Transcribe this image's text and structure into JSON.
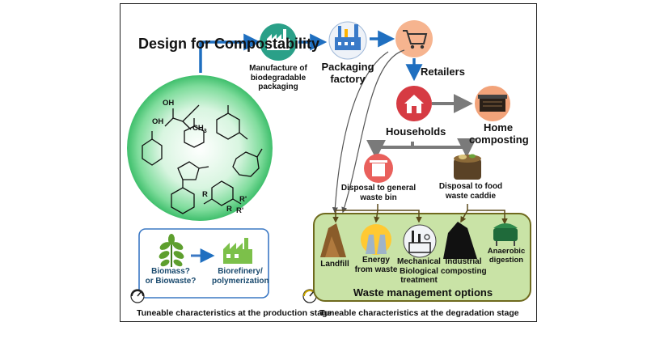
{
  "title": "Design for Compostability",
  "nodes": {
    "manufacture": "Manufacture of\nbiodegradable\npackaging",
    "packaging_factory": "Packaging\nfactory",
    "retailers": "Retailers",
    "households": "Households",
    "home_composting": "Home\ncomposting",
    "general_bin": "Disposal to general\nwaste bin",
    "food_caddie": "Disposal to food\nwaste caddie",
    "biomass": "Biomass?\nor Biowaste?",
    "biorefinery": "Biorefinery/\npolymerization"
  },
  "molecule_labels": {
    "oh1": "OH",
    "oh2": "OH",
    "ch3": "CH",
    "ch3_sub": "3",
    "r1": "R",
    "r2": "R",
    "r3": "R'",
    "r4": "R'"
  },
  "waste_options": {
    "title": "Waste management options",
    "items": [
      {
        "label": "Landfill"
      },
      {
        "label": "Energy\nfrom waste"
      },
      {
        "label": "Mechanical\nBiological\ntreatment"
      },
      {
        "label": "Industrial\ncomposting"
      },
      {
        "label": "Anaerobic\ndigestion"
      }
    ]
  },
  "captions": {
    "production": "Tuneable characteristics at the production stage",
    "degradation": "Tuneable characteristics at the degradation stage"
  },
  "colors": {
    "arrow_blue": "#1f6fc0",
    "arrow_gray": "#7a7a7a",
    "waste_panel_fill": "#c9e3a6",
    "waste_panel_border": "#6f6a1e",
    "factory_teal": "#2aa088",
    "house_red": "#d63b43",
    "molecule_glow": "#5fd08a",
    "production_box_border": "#3b78c4",
    "leaf_green": "#5e9f2e"
  }
}
